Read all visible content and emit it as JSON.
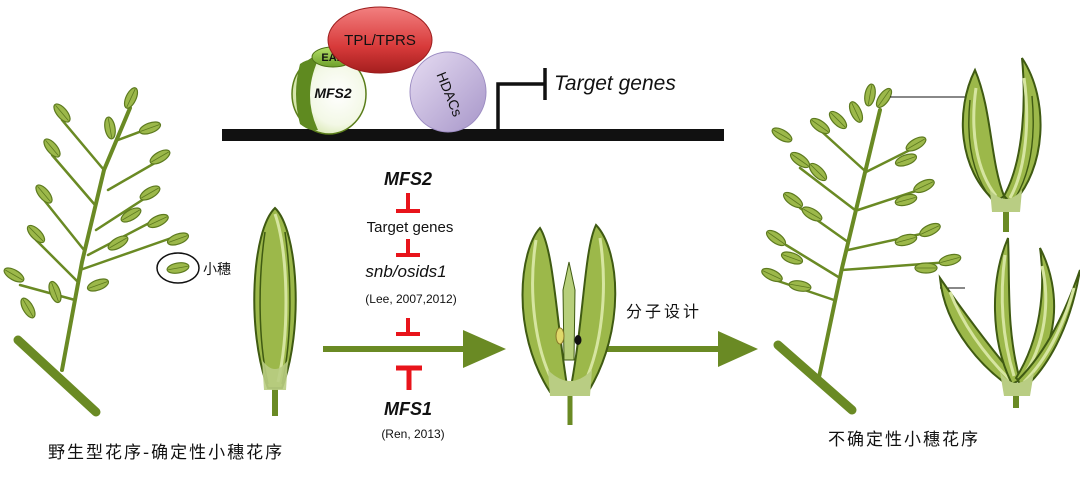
{
  "complex": {
    "tpl": "TPL/TPRS",
    "ear": "EAR",
    "mfs2": "MFS2",
    "hdacs": "HDACs",
    "target": "Target genes"
  },
  "pathway": {
    "mfs2": "MFS2",
    "target": "Target genes",
    "snb": "snb/osids1",
    "ref1": "(Lee, 2007,2012)",
    "mfs1": "MFS1",
    "ref2": "(Ren, 2013)"
  },
  "labels": {
    "spikelet": "小穗",
    "molecular_design": "分子设计",
    "wild_caption": "野生型花序-确定性小穗花序",
    "indet_caption": "不确定性小穗花序"
  },
  "colors": {
    "stem": "#6a8a24",
    "leaf_fill": "#9cb84a",
    "leaf_light": "#d6e5a0",
    "inhibit": "#e8141b",
    "tpl": "#d83a3a",
    "hdacs": "#b9a9d6",
    "mfs2_fill": "#7fa533"
  }
}
